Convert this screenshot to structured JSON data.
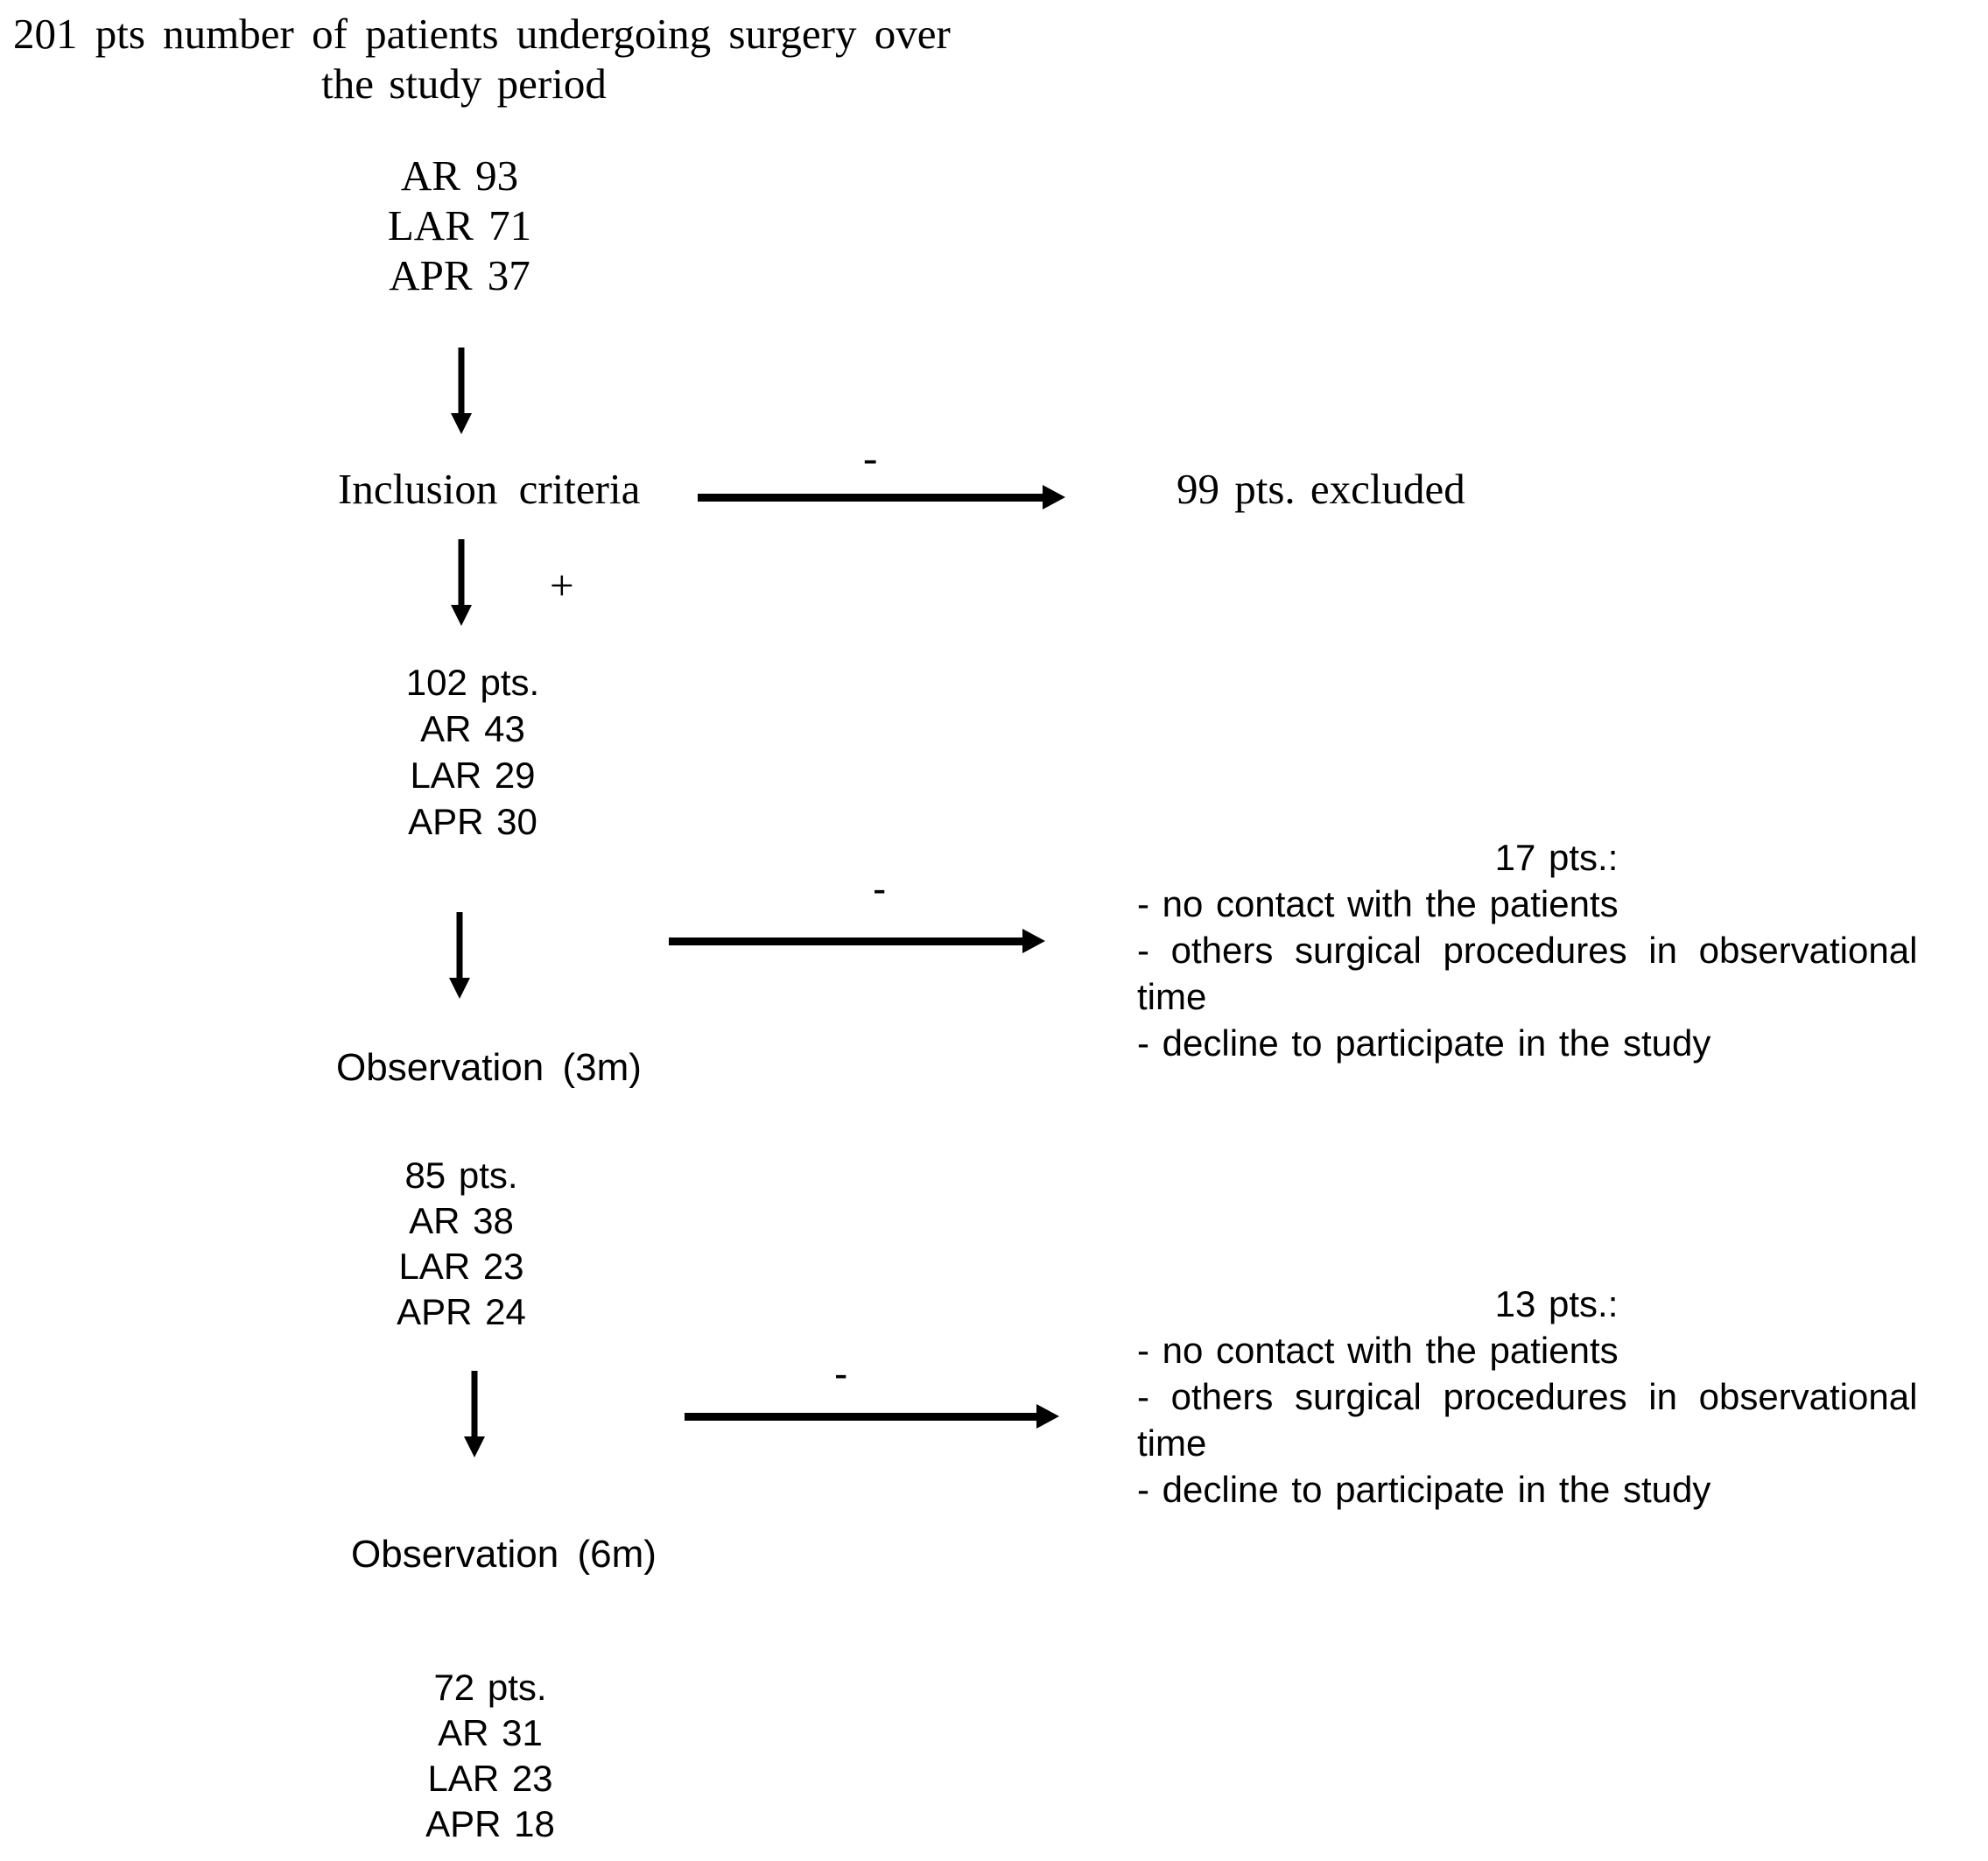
{
  "page": {
    "background": "#ffffff",
    "text_color": "#000000"
  },
  "flowchart": {
    "title": {
      "line1": "201 pts number of patients undergoing surgery over",
      "line2": "the study period"
    },
    "initial_counts": {
      "lines": [
        "AR 93",
        "LAR 71",
        "APR 37"
      ]
    },
    "inclusion": {
      "label": "Inclusion criteria",
      "minus": "-",
      "plus": "+"
    },
    "excluded": {
      "label": "99 pts. excluded"
    },
    "after_inclusion_counts": {
      "lines": [
        "102 pts.",
        "AR 43",
        "LAR 29",
        "APR 30"
      ]
    },
    "exclusion_3m": {
      "minus": "-",
      "lines": [
        "17 pts.:",
        "- no contact with the patients",
        "- others surgical procedures in observational",
        "time",
        "- decline to participate in the study"
      ]
    },
    "observation_3m": {
      "label": "Observation (3m)"
    },
    "counts_3m": {
      "lines": [
        "85 pts.",
        "AR 38",
        "LAR 23",
        "APR 24"
      ]
    },
    "exclusion_6m": {
      "minus": "-",
      "lines": [
        "13 pts.:",
        "- no contact with the patients",
        "- others surgical procedures in observational",
        "time",
        "- decline to participate in the study"
      ]
    },
    "observation_6m": {
      "label": "Observation (6m)"
    },
    "counts_6m": {
      "lines": [
        "72 pts.",
        "AR 31",
        "LAR 23",
        "APR 18"
      ]
    }
  }
}
